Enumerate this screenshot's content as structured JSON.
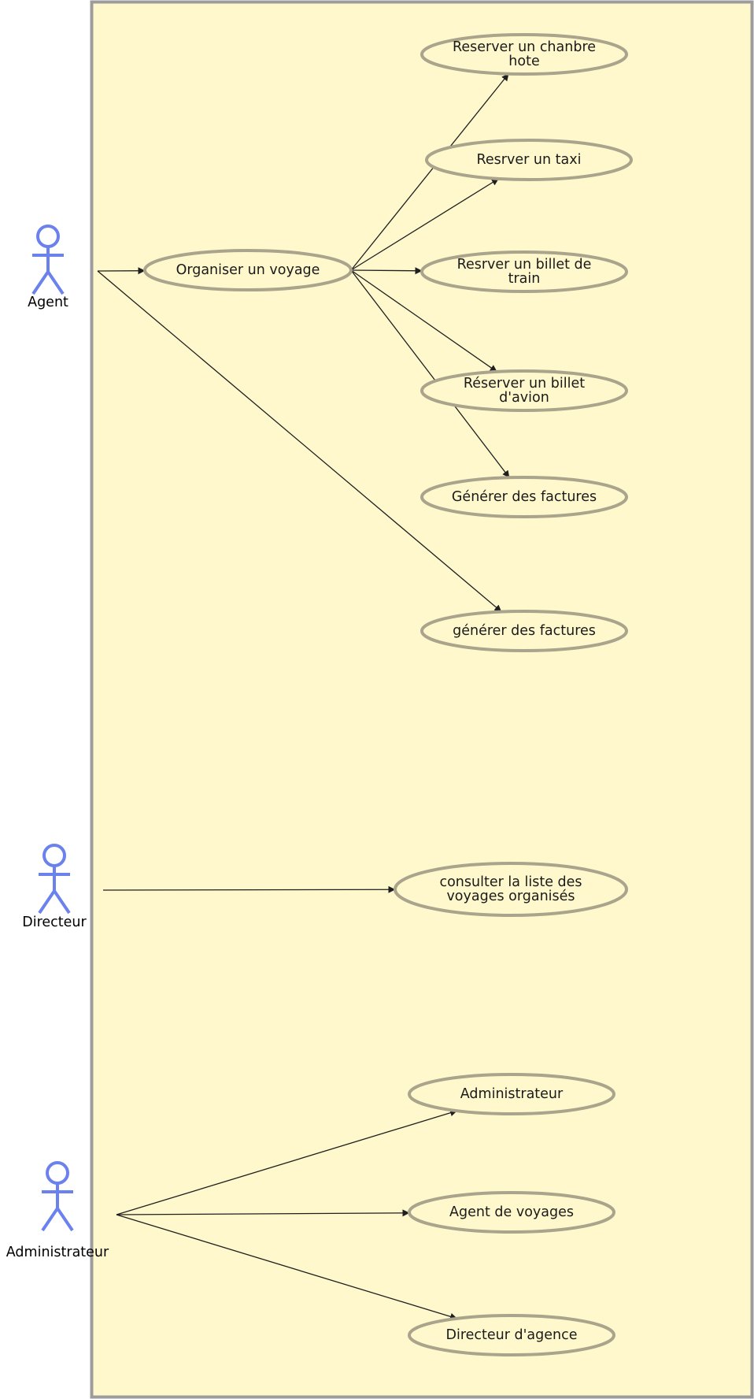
{
  "diagram": {
    "type": "use-case",
    "colors": {
      "system_fill": "#fff8cc",
      "system_border": "#9c9c9c",
      "usecase_fill": "#fff8cc",
      "usecase_border": "#a9a48b",
      "actor": "#6b82ee",
      "edge": "#1f1f1f",
      "text": "#1a1a1a"
    },
    "actors": [
      {
        "id": "agent",
        "label": "Agent"
      },
      {
        "id": "directeur",
        "label": "Directeur"
      },
      {
        "id": "administrateur",
        "label": "Administrateur"
      }
    ],
    "use_cases": [
      {
        "id": "organiser",
        "lines": [
          "Organiser un voyage"
        ]
      },
      {
        "id": "chambre",
        "lines": [
          "Reserver un chanbre",
          "hote"
        ]
      },
      {
        "id": "taxi",
        "lines": [
          "Resrver un taxi"
        ]
      },
      {
        "id": "train",
        "lines": [
          "Resrver un billet de",
          "train"
        ]
      },
      {
        "id": "avion",
        "lines": [
          "Réserver un billet",
          "d'avion"
        ]
      },
      {
        "id": "factures1",
        "lines": [
          "Générer des factures"
        ]
      },
      {
        "id": "factures2",
        "lines": [
          "générer des factures"
        ]
      },
      {
        "id": "consulter",
        "lines": [
          "consulter la liste des",
          "voyages organisés"
        ]
      },
      {
        "id": "adm",
        "lines": [
          "Administrateur"
        ]
      },
      {
        "id": "agentv",
        "lines": [
          "Agent de voyages"
        ]
      },
      {
        "id": "dir_agence",
        "lines": [
          "Directeur d'agence"
        ]
      }
    ],
    "edges": [
      {
        "from": "agent",
        "to": "organiser"
      },
      {
        "from": "agent",
        "to": "factures2"
      },
      {
        "from": "organiser",
        "to": "chambre"
      },
      {
        "from": "organiser",
        "to": "taxi"
      },
      {
        "from": "organiser",
        "to": "train"
      },
      {
        "from": "organiser",
        "to": "avion"
      },
      {
        "from": "organiser",
        "to": "factures1"
      },
      {
        "from": "directeur",
        "to": "consulter"
      },
      {
        "from": "administrateur",
        "to": "adm"
      },
      {
        "from": "administrateur",
        "to": "agentv"
      },
      {
        "from": "administrateur",
        "to": "dir_agence"
      }
    ]
  }
}
